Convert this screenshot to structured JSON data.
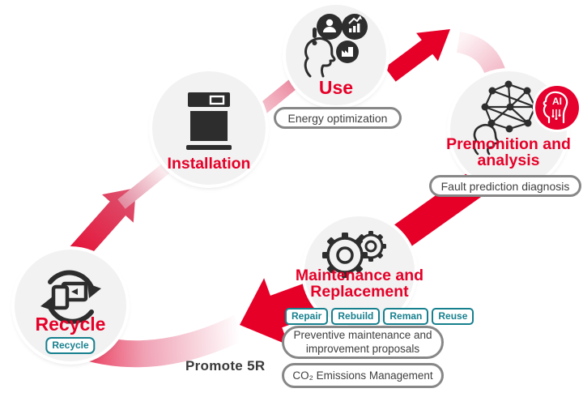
{
  "caption": "Promote 5R",
  "colors": {
    "accent_red": "#e60028",
    "teal": "#17808e",
    "pill_border": "#878787",
    "text_dark": "#3f3f3f",
    "circle_fill": "#f2f2f2"
  },
  "stages": {
    "installation": {
      "label": "Installation"
    },
    "use": {
      "label": "Use",
      "pill": "Energy optimization"
    },
    "premonition": {
      "label": "Premonition and analysis",
      "pill": "Fault prediction diagnosis",
      "badge": "AI"
    },
    "maintenance": {
      "label": "Maintenance and Replacement",
      "tags": [
        "Repair",
        "Rebuild",
        "Reman",
        "Reuse"
      ],
      "pills": [
        "Preventive maintenance and improvement proposals",
        "CO₂ Emissions Management"
      ]
    },
    "recycle": {
      "label": "Recycle",
      "tag": "Recycle"
    }
  },
  "icons": {
    "use": [
      "person-alert-icon",
      "user-icon",
      "growth-chart-icon",
      "factory-icon"
    ],
    "installation": [
      "machine-icon"
    ],
    "premonition": [
      "neural-network-icon",
      "person-icon",
      "ai-badge-icon"
    ],
    "maintenance": [
      "gears-icon"
    ],
    "recycle": [
      "recycle-devices-icon"
    ]
  }
}
